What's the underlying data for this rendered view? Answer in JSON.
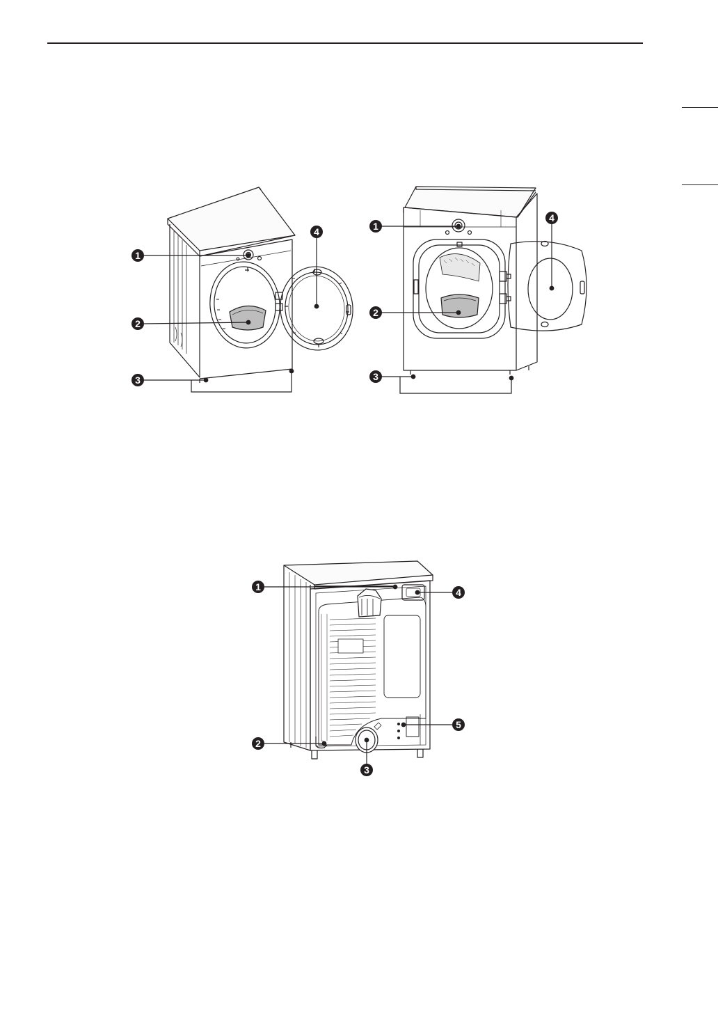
{
  "figures": [
    {
      "id": "front-view-a",
      "callouts": [
        "1",
        "2",
        "3",
        "4"
      ]
    },
    {
      "id": "front-view-b",
      "callouts": [
        "1",
        "2",
        "3",
        "4"
      ]
    },
    {
      "id": "rear-view",
      "callouts": [
        "1",
        "2",
        "3",
        "4",
        "5"
      ]
    }
  ],
  "colors": {
    "line": "#231f20",
    "filter_fill": "#bdbdbd",
    "badge": "#231f20"
  }
}
